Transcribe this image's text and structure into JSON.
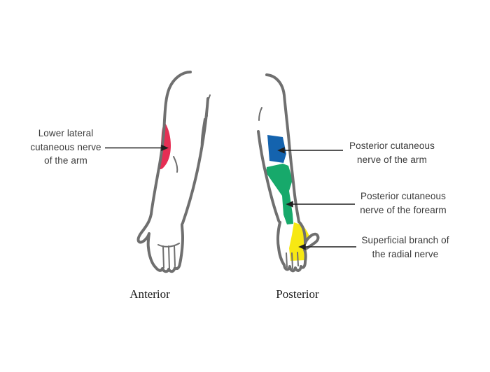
{
  "figure": {
    "type": "anatomical-diagram",
    "subject": "Cutaneous nerve territories of the arm"
  },
  "colors": {
    "red": "#e62e54",
    "blue": "#1463ae",
    "green": "#17a96b",
    "yellow": "#f7e813",
    "outline": "#6f6f6f",
    "arrow": "#1f1f1f"
  },
  "views": {
    "anterior": {
      "caption": "Anterior"
    },
    "posterior": {
      "caption": "Posterior"
    }
  },
  "annotations": [
    {
      "id": "lower-lateral-cutaneous-nerve-of-arm",
      "view": "anterior",
      "region_color": "#e62e54",
      "lines": [
        "Lower lateral",
        "cutaneous nerve",
        "of the arm"
      ]
    },
    {
      "id": "posterior-cutaneous-nerve-of-arm",
      "view": "posterior",
      "region_color": "#1463ae",
      "lines": [
        "Posterior cutaneous",
        "nerve of the arm"
      ]
    },
    {
      "id": "posterior-cutaneous-nerve-of-forearm",
      "view": "posterior",
      "region_color": "#17a96b",
      "lines": [
        "Posterior cutaneous",
        "nerve of the forearm"
      ]
    },
    {
      "id": "superficial-branch-of-radial-nerve",
      "view": "posterior",
      "region_color": "#f7e813",
      "lines": [
        "Superficial branch of",
        "the radial nerve"
      ]
    }
  ]
}
